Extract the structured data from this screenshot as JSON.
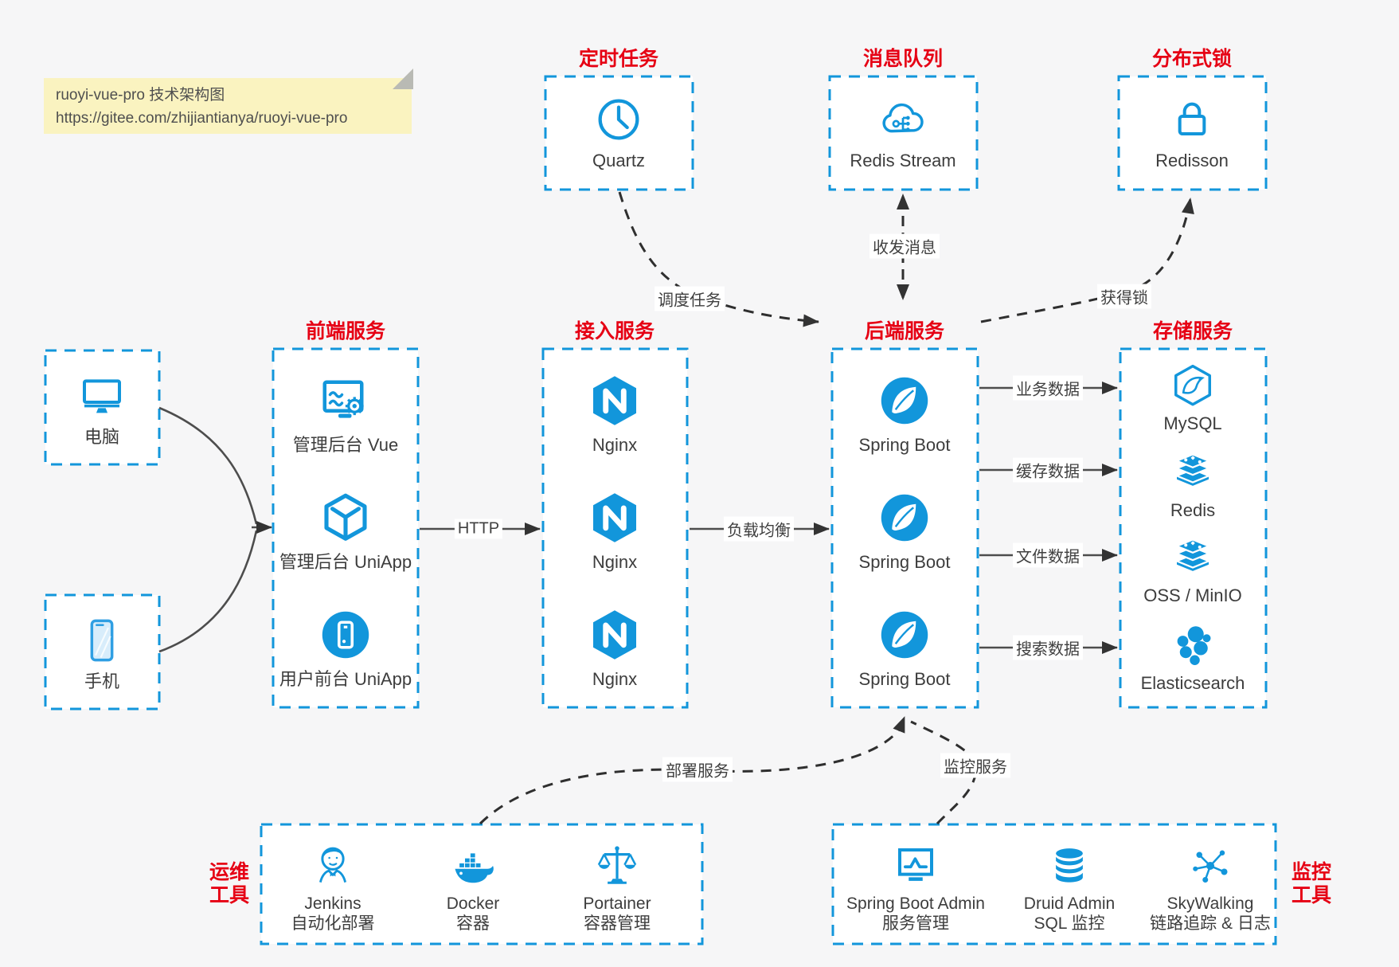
{
  "colors": {
    "accent_blue": "#1296db",
    "title_red": "#e60014",
    "line_dark": "#3a3a3a",
    "note_bg": "#faf3c0",
    "canvas_bg": "#f6f6f7"
  },
  "note": {
    "line1": "ruoyi-vue-pro 技术架构图",
    "line2": "https://gitee.com/zhijiantianya/ruoyi-vue-pro"
  },
  "top_groups": [
    {
      "title": "定时任务",
      "node": {
        "icon": "clock-icon",
        "label": "Quartz"
      }
    },
    {
      "title": "消息队列",
      "node": {
        "icon": "cloud-mq-icon",
        "label": "Redis Stream"
      }
    },
    {
      "title": "分布式锁",
      "node": {
        "icon": "lock-icon",
        "label": "Redisson"
      }
    }
  ],
  "clients": [
    {
      "icon": "desktop-icon",
      "label": "电脑"
    },
    {
      "icon": "smartphone-icon",
      "label": "手机"
    }
  ],
  "columns": [
    {
      "title": "前端服务",
      "items": [
        {
          "icon": "admin-vue-icon",
          "label": "管理后台 Vue"
        },
        {
          "icon": "uniapp-cube-icon",
          "label": "管理后台 UniApp"
        },
        {
          "icon": "mobile-app-icon",
          "label": "用户前台 UniApp"
        }
      ]
    },
    {
      "title": "接入服务",
      "items": [
        {
          "icon": "nginx-icon",
          "label": "Nginx"
        },
        {
          "icon": "nginx-icon",
          "label": "Nginx"
        },
        {
          "icon": "nginx-icon",
          "label": "Nginx"
        }
      ]
    },
    {
      "title": "后端服务",
      "items": [
        {
          "icon": "spring-boot-icon",
          "label": "Spring Boot"
        },
        {
          "icon": "spring-boot-icon",
          "label": "Spring Boot"
        },
        {
          "icon": "spring-boot-icon",
          "label": "Spring Boot"
        }
      ]
    },
    {
      "title": "存储服务",
      "items": [
        {
          "icon": "mysql-icon",
          "label": "MySQL"
        },
        {
          "icon": "redis-icon",
          "label": "Redis"
        },
        {
          "icon": "oss-icon",
          "label": "OSS / MinIO"
        },
        {
          "icon": "elasticsearch-icon",
          "label": "Elasticsearch"
        }
      ]
    }
  ],
  "edges": {
    "http": "HTTP",
    "load_balance": "负载均衡",
    "data_labels": [
      "业务数据",
      "缓存数据",
      "文件数据",
      "搜索数据"
    ],
    "schedule": "调度任务",
    "message": "收发消息",
    "lock": "获得锁",
    "deploy": "部署服务",
    "monitor": "监控服务"
  },
  "bottom_groups": [
    {
      "title_line1": "运维",
      "title_line2": "工具",
      "items": [
        {
          "icon": "jenkins-icon",
          "label": "Jenkins",
          "sublabel": "自动化部署"
        },
        {
          "icon": "docker-icon",
          "label": "Docker",
          "sublabel": "容器"
        },
        {
          "icon": "portainer-icon",
          "label": "Portainer",
          "sublabel": "容器管理"
        }
      ]
    },
    {
      "title_line1": "监控",
      "title_line2": "工具",
      "items": [
        {
          "icon": "spring-boot-admin-icon",
          "label": "Spring Boot Admin",
          "sublabel": "服务管理"
        },
        {
          "icon": "druid-icon",
          "label": "Druid Admin",
          "sublabel": "SQL 监控"
        },
        {
          "icon": "skywalking-icon",
          "label": "SkyWalking",
          "sublabel": "链路追踪 & 日志"
        }
      ]
    }
  ]
}
